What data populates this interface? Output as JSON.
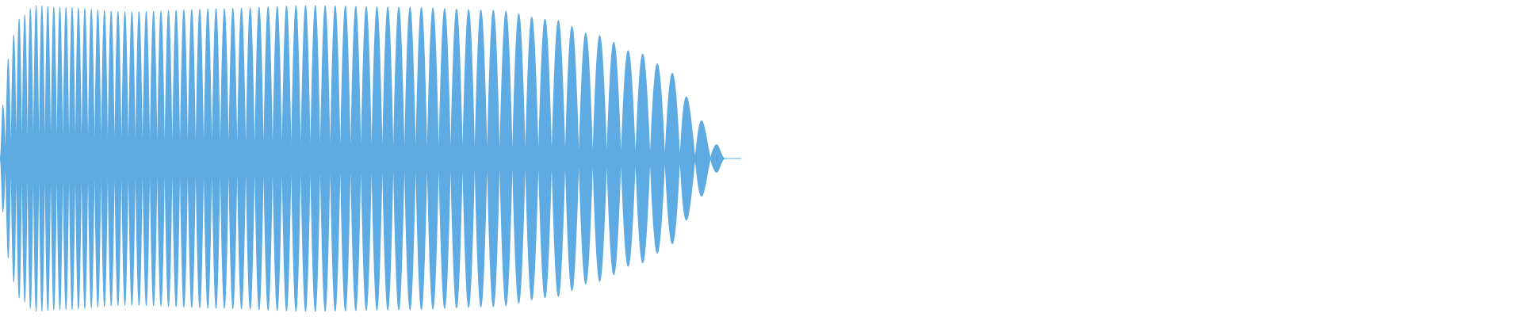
{
  "waveform": {
    "color": "#5dabe2",
    "baseline_visible": true,
    "envelope": [
      [
        0.0,
        0.05
      ],
      [
        0.004,
        0.35
      ],
      [
        0.012,
        0.65
      ],
      [
        0.024,
        0.9
      ],
      [
        0.05,
        0.99
      ],
      [
        0.08,
        0.98
      ],
      [
        0.18,
        0.95
      ],
      [
        0.3,
        0.97
      ],
      [
        0.42,
        0.99
      ],
      [
        0.56,
        0.98
      ],
      [
        0.68,
        0.96
      ],
      [
        0.76,
        0.9
      ],
      [
        0.82,
        0.8
      ],
      [
        0.88,
        0.68
      ],
      [
        0.93,
        0.55
      ],
      [
        0.96,
        0.28
      ],
      [
        0.985,
        0.1
      ],
      [
        1.0,
        0.0
      ]
    ],
    "burst": {
      "start_fraction": 0.0,
      "end_fraction": 0.477,
      "cycles": 38,
      "chirp_decay": 2.2
    },
    "tail_line_fraction_end": 0.487
  }
}
